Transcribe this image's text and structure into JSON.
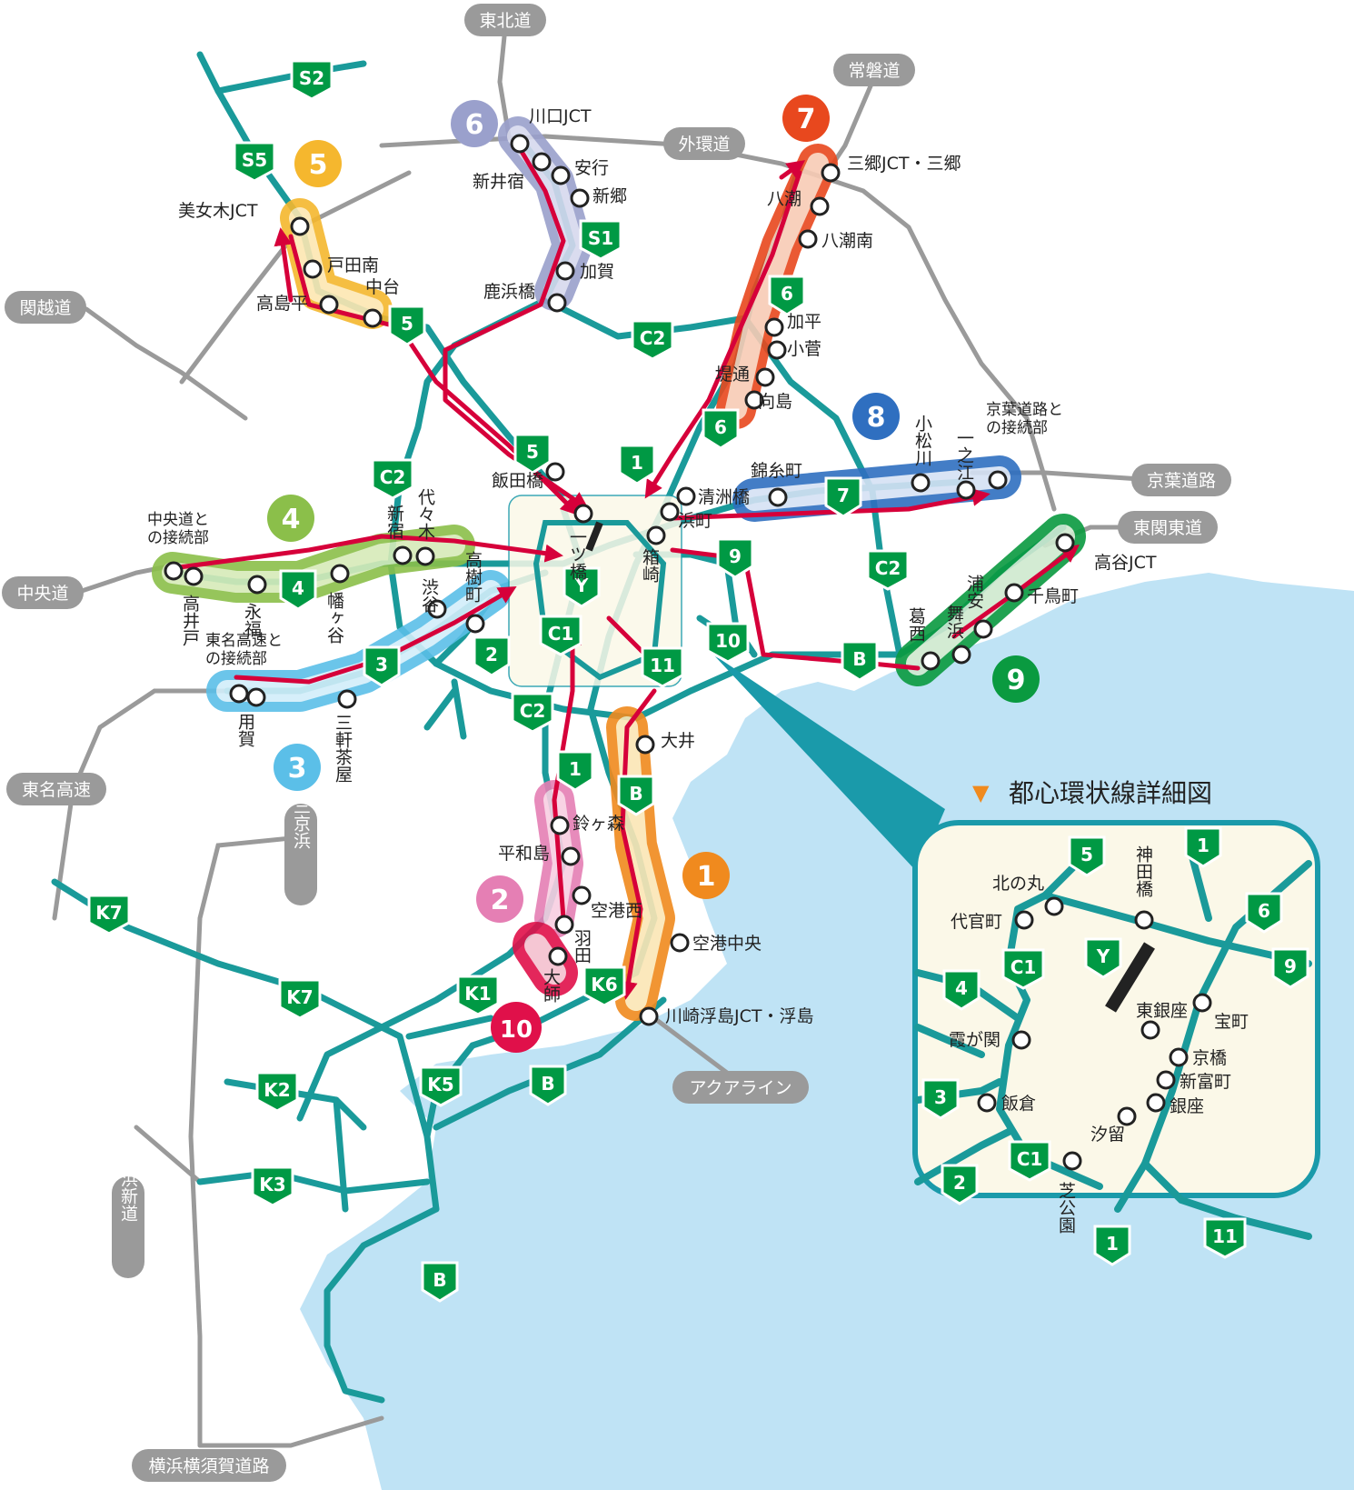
{
  "colors": {
    "sea": "#bfe3f5",
    "road": "#1a9a9a",
    "route_red": "#d6003a",
    "connector": "#9a9a9a",
    "shield": "#009944",
    "inset_border": "#1a9aaa",
    "inset_bg": "#fbf8e8",
    "arrow": "#f08a1e"
  },
  "inset": {
    "title": "都心環状線詳細図",
    "marker": "▼"
  },
  "expressways": [
    {
      "id": "tohoku",
      "label": "東北道"
    },
    {
      "id": "joban",
      "label": "常磐道"
    },
    {
      "id": "gaikan",
      "label": "外環道"
    },
    {
      "id": "kanetsu",
      "label": "関越道"
    },
    {
      "id": "keiyo",
      "label": "京葉道路"
    },
    {
      "id": "tokan",
      "label": "東関東道"
    },
    {
      "id": "chuo",
      "label": "中央道"
    },
    {
      "id": "tomei",
      "label": "東名高速"
    },
    {
      "id": "daisan",
      "label": "第三京浜"
    },
    {
      "id": "yokoshin",
      "label": "横浜新道"
    },
    {
      "id": "yokoyoko",
      "label": "横浜横須賀道路"
    },
    {
      "id": "aqua",
      "label": "アクアライン"
    }
  ],
  "sections": [
    {
      "id": "s1",
      "num": "1",
      "color": "#f08a1e"
    },
    {
      "id": "s2",
      "num": "2",
      "color": "#e57fb4"
    },
    {
      "id": "s3",
      "num": "3",
      "color": "#5bbfe8"
    },
    {
      "id": "s4",
      "num": "4",
      "color": "#8bbf4a"
    },
    {
      "id": "s5",
      "num": "5",
      "color": "#f5b72e"
    },
    {
      "id": "s6",
      "num": "6",
      "color": "#9aa0cc"
    },
    {
      "id": "s7",
      "num": "7",
      "color": "#e8481e"
    },
    {
      "id": "s8",
      "num": "8",
      "color": "#2f6fc0"
    },
    {
      "id": "s9",
      "num": "9",
      "color": "#0a9a40"
    },
    {
      "id": "s10",
      "num": "10",
      "color": "#e0104a"
    }
  ],
  "shields": {
    "S2": "S2",
    "S5": "S5",
    "S1": "S1",
    "5a": "5",
    "5b": "5",
    "6a": "6",
    "6b": "6",
    "C2a": "C2",
    "C2b": "C2",
    "C2c": "C2",
    "C2d": "C2",
    "1a": "1",
    "1b": "1",
    "7": "7",
    "9": "9",
    "Y": "Y",
    "C1": "C1",
    "11": "11",
    "10": "10",
    "4": "4",
    "3": "3",
    "2": "2",
    "B1": "B",
    "B2": "B",
    "B3": "B",
    "B4": "B",
    "K1": "K1",
    "K2": "K2",
    "K3": "K3",
    "K5": "K5",
    "K6": "K6",
    "K7a": "K7",
    "K7b": "K7",
    "i5": "5",
    "i1a": "1",
    "i6": "6",
    "i9": "9",
    "iY": "Y",
    "iC1a": "C1",
    "i4": "4",
    "i3": "3",
    "iC1b": "C1",
    "i2": "2",
    "i1b": "1",
    "i11": "11"
  },
  "stations": {
    "kawaguchi": "川口JCT",
    "araijuku": "新井宿",
    "angyo": "安行",
    "shingo": "新郷",
    "kaga": "加賀",
    "shikahama": "鹿浜橋",
    "bijogi": "美女木JCT",
    "todaminami": "戸田南",
    "takashimadaira": "高島平",
    "nakadai": "中台",
    "misato": "三郷JCT・三郷",
    "yashio": "八潮",
    "yashiominami": "八潮南",
    "kahei": "加平",
    "kosuge": "小菅",
    "tsutsumi": "堤通",
    "mukojima": "向島",
    "kinshicho": "錦糸町",
    "komatsugawa": "小松川",
    "ichinoe": "一之江",
    "keiyo_junction": "京葉道路との接続部",
    "iidabashi": "飯田橋",
    "hitotsubashi": "一ツ橋",
    "kiyosubashi": "清洲橋",
    "hamacho": "浜町",
    "hakozaki": "箱崎",
    "chuo_junction": "中央道との接続部",
    "takaido": "高井戸",
    "eifuku": "永福",
    "hatagaya": "幡ヶ谷",
    "shinjuku": "新宿",
    "yoyogi": "代々木",
    "takagicho": "高樹町",
    "shibuya": "渋谷",
    "tomei_junction": "東名高速との接続部",
    "yoga": "用賀",
    "sangenjaya": "三軒茶屋",
    "takaya": "高谷JCT",
    "chidoricho": "千鳥町",
    "urayasu": "浦安",
    "maihama": "舞浜",
    "kasai": "葛西",
    "oi": "大井",
    "suzugamori": "鈴ヶ森",
    "heiwajima": "平和島",
    "kukonishi": "空港西",
    "haneda": "羽田",
    "daishi": "大師",
    "kukochuo": "空港中央",
    "kawasakiukishima": "川崎浮島JCT・浮島",
    "kitanomaru": "北の丸",
    "kandabashi": "神田橋",
    "daikancho": "代官町",
    "higashiginza": "東銀座",
    "takaracho": "宝町",
    "kasumigaseki": "霞が関",
    "kyobashi": "京橋",
    "shintomicho": "新富町",
    "ginza": "銀座",
    "iikura": "飯倉",
    "shiodome": "汐留",
    "shibakoen": "芝公園"
  }
}
